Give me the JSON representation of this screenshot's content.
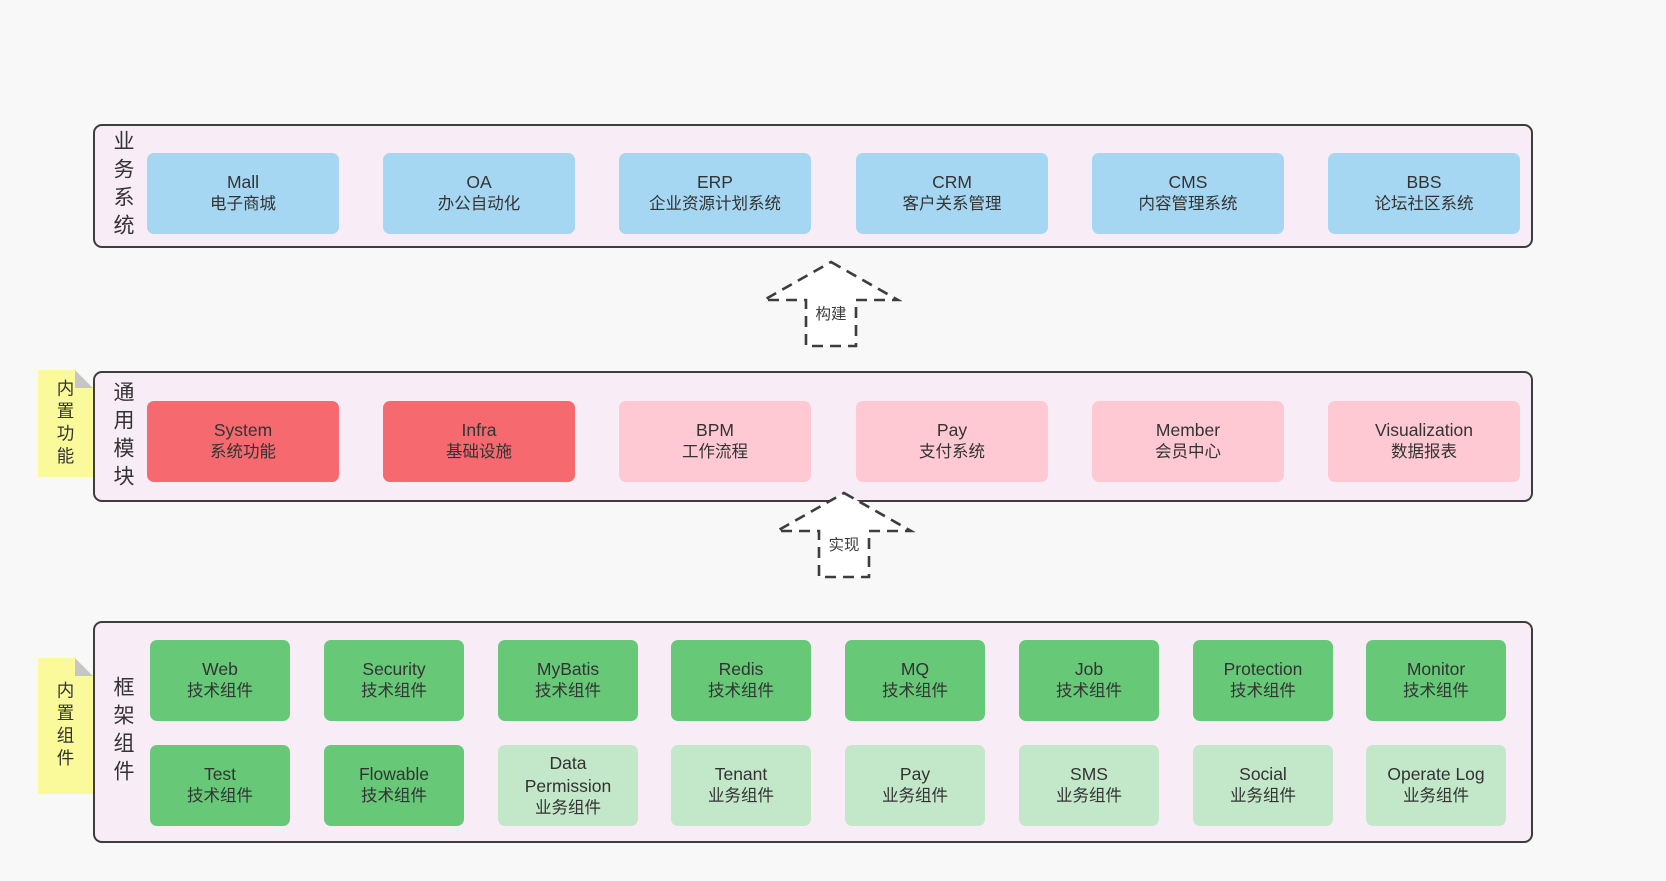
{
  "colors": {
    "page_bg": "#f8f8f8",
    "band_bg": "#f8edf7",
    "band_border": "#3d3d3d",
    "blue_box": "#a6d7f2",
    "red_box": "#f6696f",
    "pink_box": "#fec9d3",
    "green_box": "#67c878",
    "light_green_box": "#c2e7c9",
    "sticky_note": "#fafa9b",
    "text": "#333333"
  },
  "bands": [
    {
      "label": "业务系统",
      "boxes": [
        {
          "en": "Mall",
          "cn": "电子商城"
        },
        {
          "en": "OA",
          "cn": "办公自动化"
        },
        {
          "en": "ERP",
          "cn": "企业资源计划系统"
        },
        {
          "en": "CRM",
          "cn": "客户关系管理"
        },
        {
          "en": "CMS",
          "cn": "内容管理系统"
        },
        {
          "en": "BBS",
          "cn": "论坛社区系统"
        }
      ]
    },
    {
      "label": "通用模块",
      "sticky": "内置功能",
      "boxes": [
        {
          "en": "System",
          "cn": "系统功能"
        },
        {
          "en": "Infra",
          "cn": "基础设施"
        },
        {
          "en": "BPM",
          "cn": "工作流程"
        },
        {
          "en": "Pay",
          "cn": "支付系统"
        },
        {
          "en": "Member",
          "cn": "会员中心"
        },
        {
          "en": "Visualization",
          "cn": "数据报表"
        }
      ]
    },
    {
      "label": "框架组件",
      "sticky": "内置组件",
      "rows": [
        [
          {
            "en": "Web",
            "cn": "技术组件"
          },
          {
            "en": "Security",
            "cn": "技术组件"
          },
          {
            "en": "MyBatis",
            "cn": "技术组件"
          },
          {
            "en": "Redis",
            "cn": "技术组件"
          },
          {
            "en": "MQ",
            "cn": "技术组件"
          },
          {
            "en": "Job",
            "cn": "技术组件"
          },
          {
            "en": "Protection",
            "cn": "技术组件"
          },
          {
            "en": "Monitor",
            "cn": "技术组件"
          }
        ],
        [
          {
            "en": "Test",
            "cn": "技术组件"
          },
          {
            "en": "Flowable",
            "cn": "技术组件"
          },
          {
            "en": "Data Permission",
            "cn": "业务组件"
          },
          {
            "en": "Tenant",
            "cn": "业务组件"
          },
          {
            "en": "Pay",
            "cn": "业务组件"
          },
          {
            "en": "SMS",
            "cn": "业务组件"
          },
          {
            "en": "Social",
            "cn": "业务组件"
          },
          {
            "en": "Operate Log",
            "cn": "业务组件"
          }
        ]
      ]
    }
  ],
  "arrows": [
    {
      "label": "构建"
    },
    {
      "label": "实现"
    }
  ]
}
